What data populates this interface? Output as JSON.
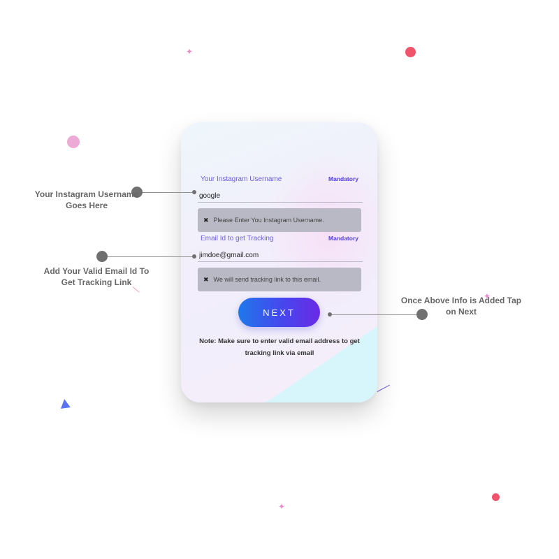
{
  "form": {
    "username": {
      "label": "Your Instagram Username",
      "tag": "Mandatory",
      "value": "google",
      "hint": "Please Enter You Instagram Username."
    },
    "email": {
      "label": "Email Id to get Tracking",
      "tag": "Mandatory",
      "value": "jimdoe@gmail.com",
      "hint": "We will send tracking link to this email."
    },
    "hint_icon": "✖",
    "next_label": "NEXT",
    "note": "Note: Make sure to enter valid email address to get tracking link via email"
  },
  "callouts": {
    "username": "Your Instagram Username Goes Here",
    "email": "Add Your Valid Email Id To Get Tracking Link",
    "next": "Once Above Info is Added Tap on Next"
  },
  "icons": {
    "hint": "close-icon"
  },
  "colors": {
    "accent": "#5540e0",
    "button_start": "#1f78ea",
    "button_end": "#6a2ae6",
    "hint_box": "#b9b9c5",
    "callout": "#707070"
  }
}
